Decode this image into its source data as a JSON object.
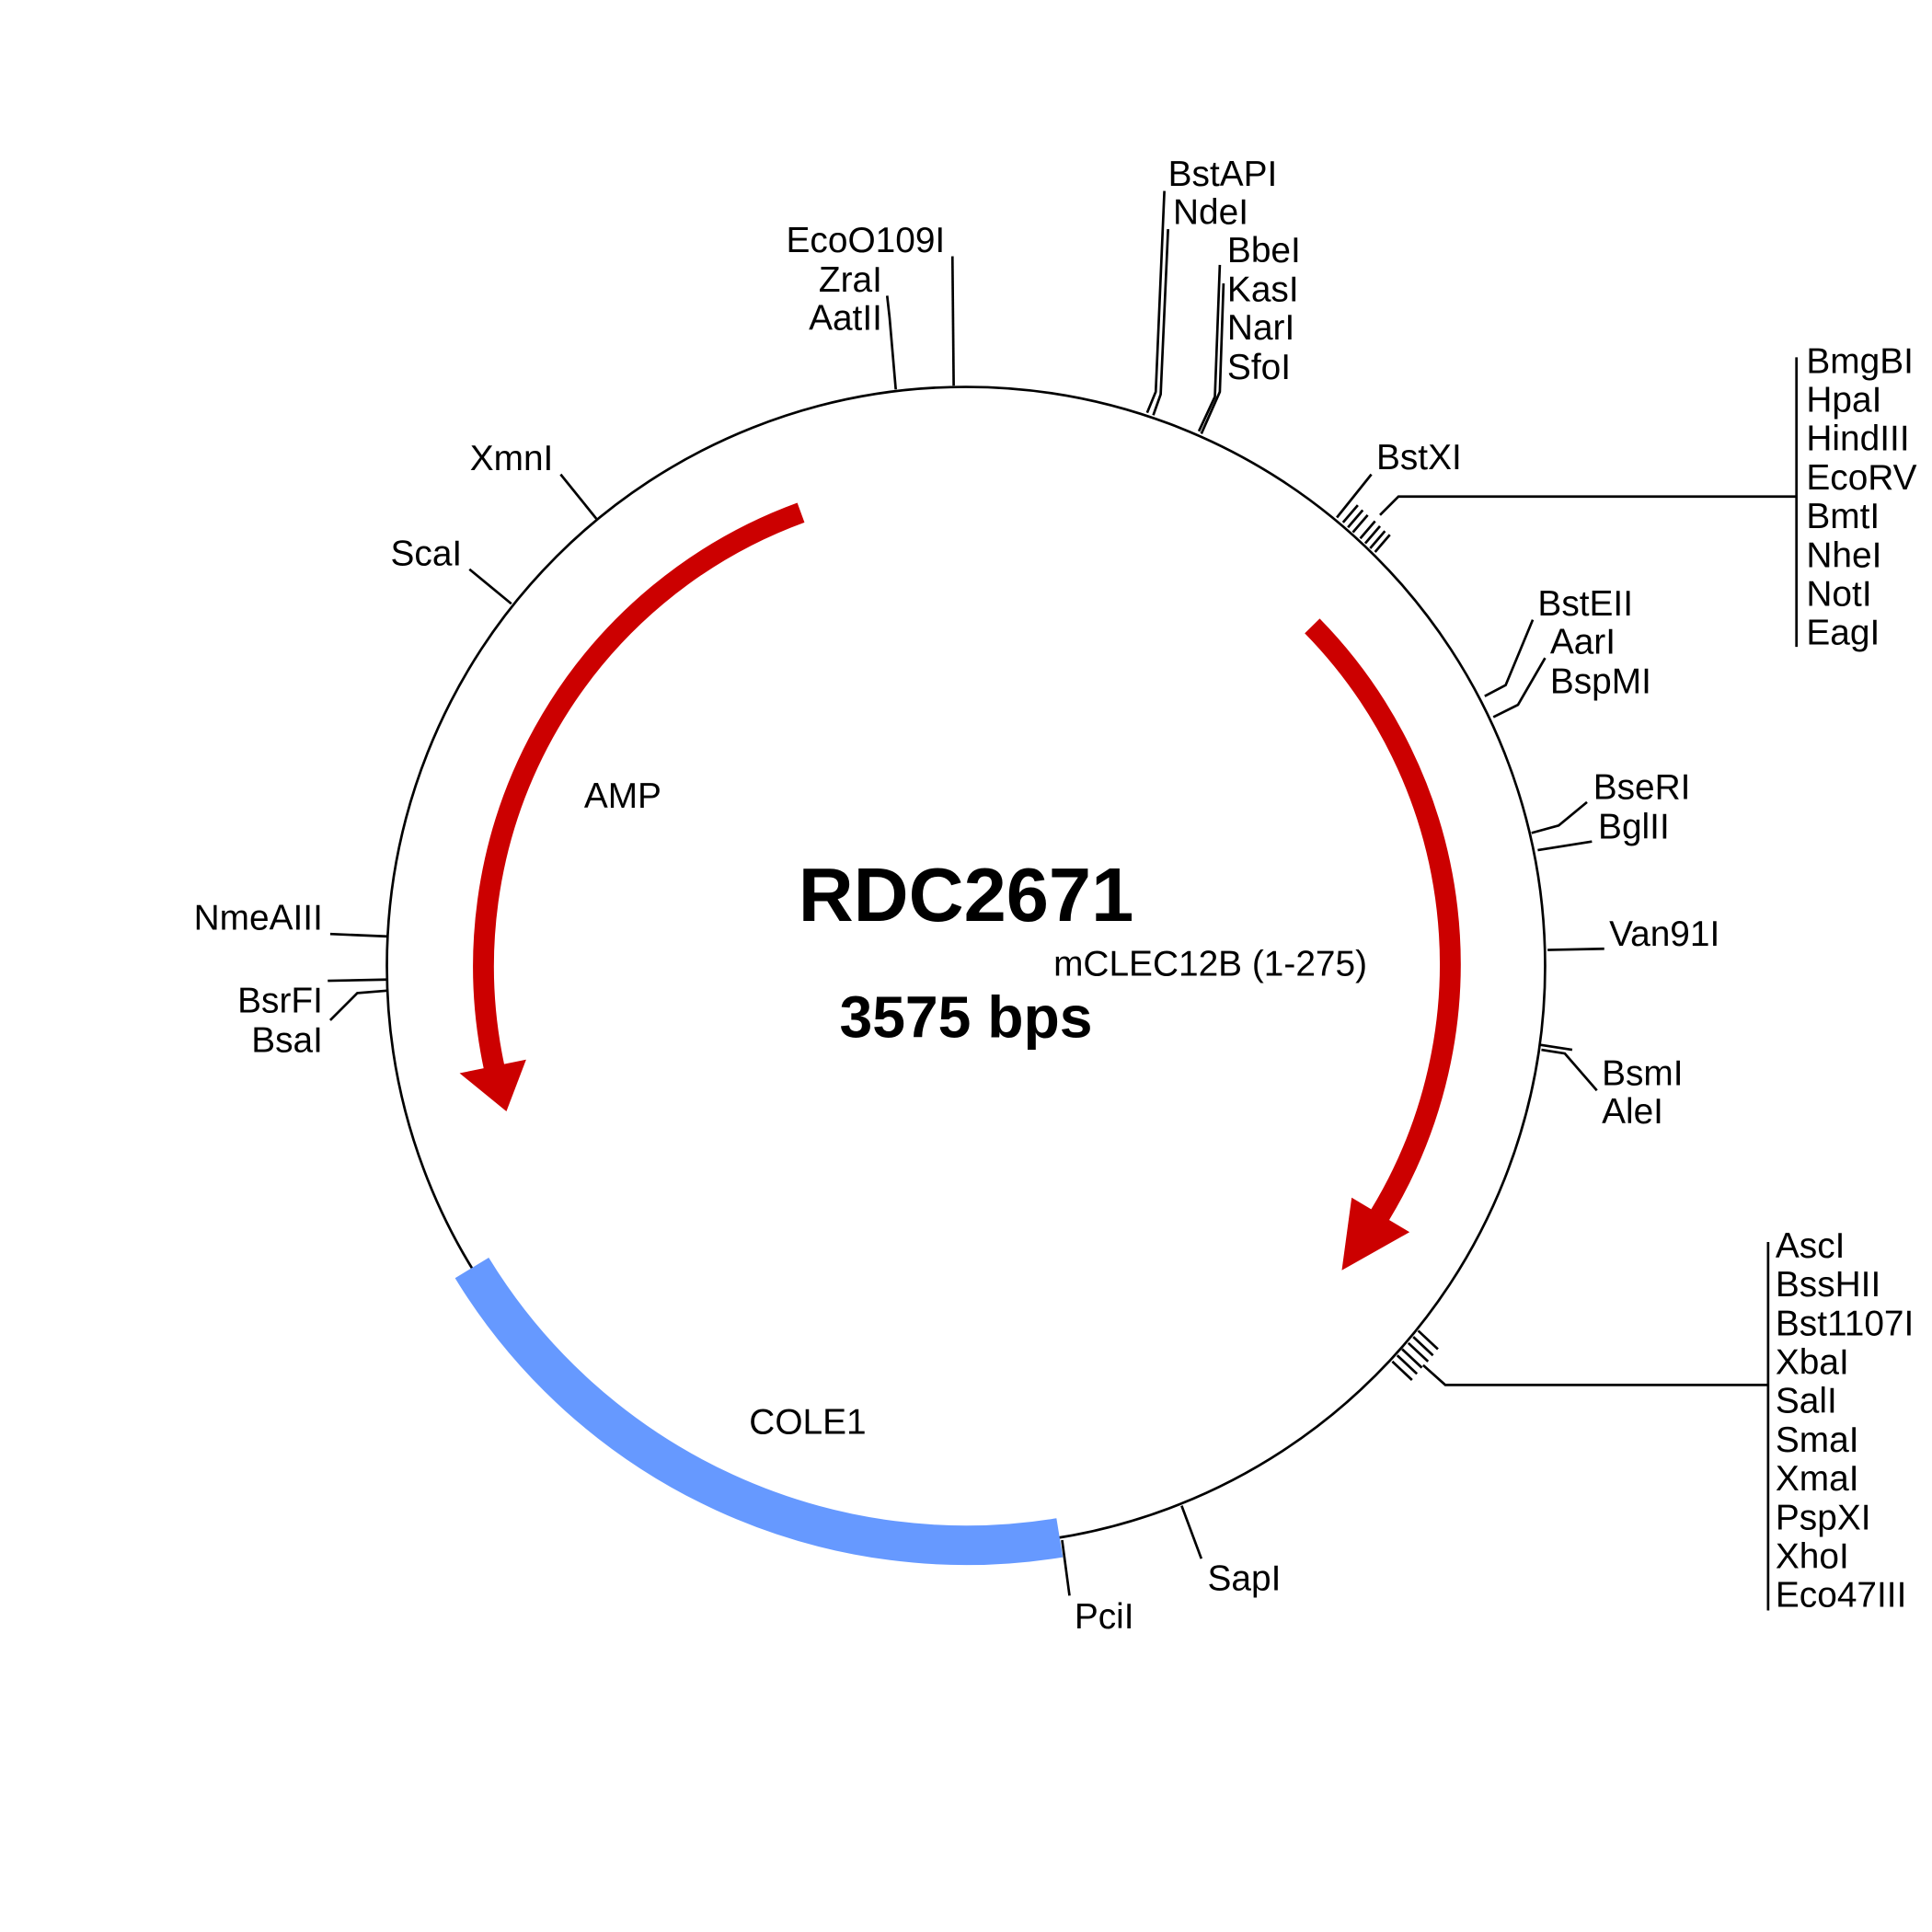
{
  "plasmid": {
    "name": "RDC2671",
    "length_label": "3575 bps"
  },
  "features": [
    {
      "label": "AMP",
      "color": "#cc0000"
    },
    {
      "label": "mCLEC12B (1-275)",
      "color": "#cc0000"
    },
    {
      "label": "COLE1",
      "color": "#6699ff"
    }
  ],
  "sites": [
    "EcoO109I",
    "ZraI",
    "AatII",
    "BstAPI",
    "NdeI",
    "BbeI",
    "KasI",
    "NarI",
    "SfoI",
    "BstXI",
    "BmgBI",
    "HpaI",
    "HindIII",
    "EcoRV",
    "BmtI",
    "NheI",
    "NotI",
    "EagI",
    "BstEII",
    "AarI",
    "BspMI",
    "BseRI",
    "BglII",
    "Van91I",
    "BsmI",
    "AleI",
    "AscI",
    "BssHII",
    "Bst1107I",
    "XbaI",
    "SalI",
    "SmaI",
    "XmaI",
    "PspXI",
    "XhoI",
    "Eco47III",
    "SapI",
    "PciI",
    "NmeAIII",
    "BsrFI",
    "BsaI",
    "ScaI",
    "XmnI"
  ]
}
